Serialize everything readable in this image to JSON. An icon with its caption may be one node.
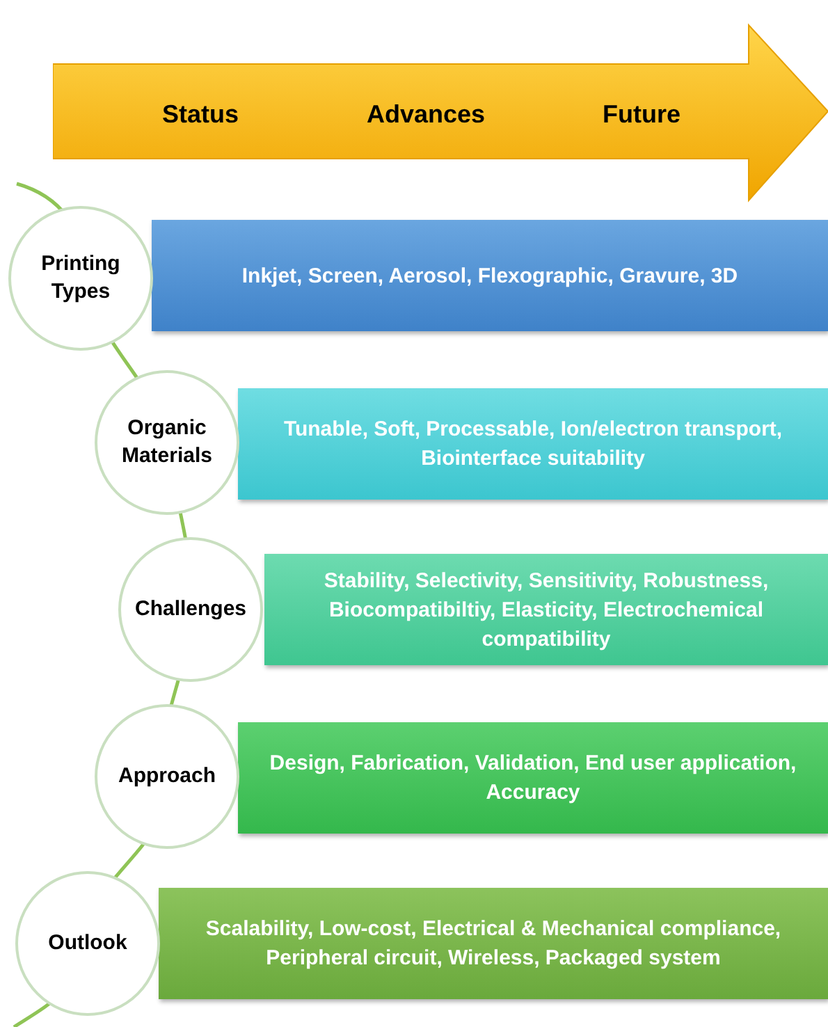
{
  "diagram": {
    "nodes": [
      {
        "text": [
          "Status",
          "Advances",
          "Future"
        ]
      },
      {
        "text": [
          "Printing Types"
        ]
      },
      {
        "text": [
          "Inkjet, Screen, Aerosol, Flexographic, Gravure, 3D"
        ]
      },
      {
        "text": [
          "Organic Materials"
        ]
      },
      {
        "text": [
          "Tunable, Soft, Processable, Ion/electron transport, Biointerface suitability"
        ]
      },
      {
        "text": [
          "Challenges"
        ]
      },
      {
        "text": [
          "Stability, Selectivity, Sensitivity, Robustness, Biocompatibiltiy, Elasticity, Electrochemical compatibility"
        ]
      },
      {
        "text": [
          "Approach"
        ]
      },
      {
        "text": [
          "Design, Fabrication, Validation, End user application, Accuracy"
        ]
      },
      {
        "text": [
          "Outlook"
        ]
      },
      {
        "text": [
          "Scalability, Low-cost, Electrical & Mechanical compliance, Peripheral circuit, Wireless, Packaged system"
        ]
      }
    ]
  }
}
